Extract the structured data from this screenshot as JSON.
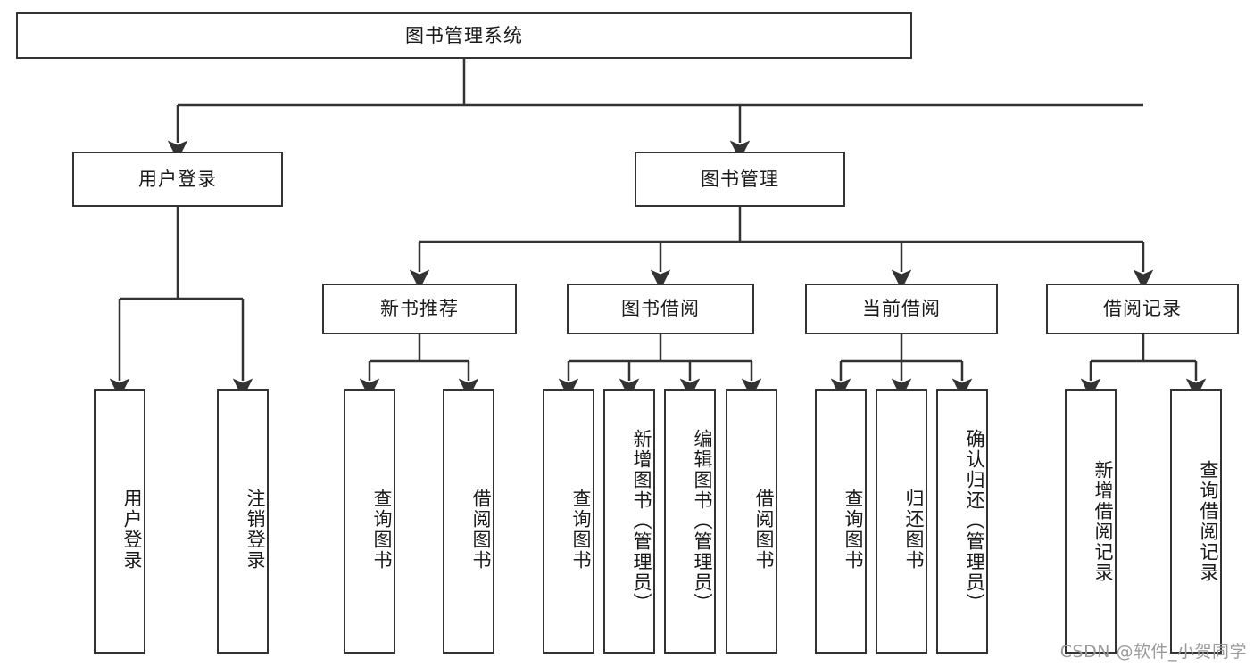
{
  "diagram": {
    "type": "tree-hierarchy",
    "title": "图书管理系统",
    "root": {
      "label": "图书管理系统"
    },
    "level2": [
      {
        "label": "用户登录"
      },
      {
        "label": "图书管理"
      }
    ],
    "level3": [
      {
        "label": "新书推荐"
      },
      {
        "label": "图书借阅"
      },
      {
        "label": "当前借阅"
      },
      {
        "label": "借阅记录"
      }
    ],
    "leaves": {
      "user_login": [
        {
          "label": "用户登录"
        },
        {
          "label": "注销登录"
        }
      ],
      "new_book_recommend": [
        {
          "label": "查询图书"
        },
        {
          "label": "借阅图书"
        }
      ],
      "book_borrow": [
        {
          "label": "查询图书"
        },
        {
          "label": "新增图书（管理员）"
        },
        {
          "label": "编辑图书（管理员）"
        },
        {
          "label": "借阅图书"
        }
      ],
      "current_borrow": [
        {
          "label": "查询图书"
        },
        {
          "label": "归还图书"
        },
        {
          "label": "确认归还（管理员）"
        }
      ],
      "borrow_record": [
        {
          "label": "新增借阅记录"
        },
        {
          "label": "查询借阅记录"
        }
      ]
    }
  },
  "watermark": {
    "text": "CSDN @软件_小贺同学"
  },
  "colors": {
    "border": "#333333",
    "text": "#1a1a1a",
    "background": "#ffffff",
    "watermark": "#9a9a9a"
  }
}
